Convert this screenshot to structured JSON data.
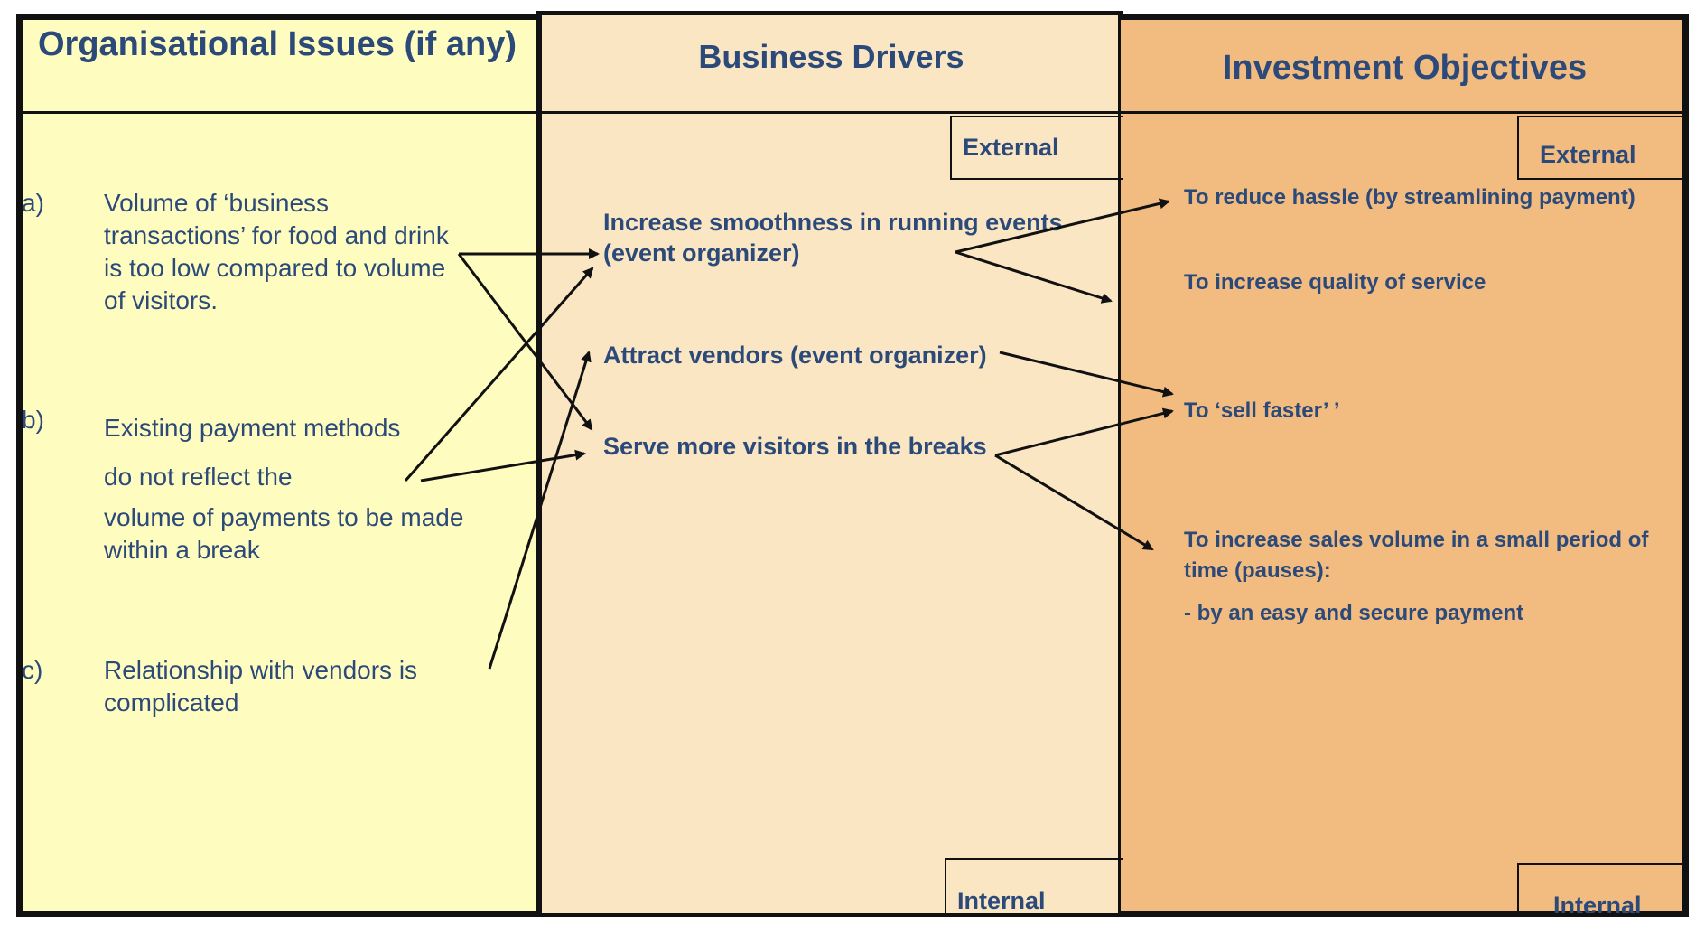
{
  "columns": {
    "issues_header": "Organisational Issues (if any)",
    "drivers_header": "Business Drivers",
    "objectives_header": "Investment Objectives"
  },
  "tags": {
    "drivers_external": "External",
    "drivers_internal": "Internal",
    "objectives_external": "External",
    "objectives_internal": "Internal"
  },
  "issues": [
    {
      "letter": "a)",
      "lines": [
        "Volume of ‘business",
        "transactions’ for food and drink",
        "is too low compared to volume",
        "of visitors."
      ]
    },
    {
      "letter": "b)",
      "lines": [
        "Existing payment methods",
        "do not reflect the",
        "volume of payments to be made",
        "within a break"
      ]
    },
    {
      "letter": "c)",
      "lines": [
        "Relationship with vendors is",
        "complicated"
      ]
    }
  ],
  "drivers": [
    {
      "lines": [
        "Increase smoothness in running events",
        "(event organizer)"
      ]
    },
    {
      "lines": [
        "Attract vendors (event organizer)"
      ]
    },
    {
      "lines": [
        "Serve more visitors in the breaks"
      ]
    }
  ],
  "objectives": [
    {
      "lines": [
        "To reduce hassle (by streamlining payment)"
      ]
    },
    {
      "lines": [
        "To increase quality of service"
      ]
    },
    {
      "lines": [
        "To ‘sell faster’ ’"
      ]
    },
    {
      "lines": [
        "To increase sales volume in a small period of",
        "time (pauses):"
      ]
    },
    {
      "lines": [
        "- by an easy and secure payment"
      ]
    }
  ]
}
